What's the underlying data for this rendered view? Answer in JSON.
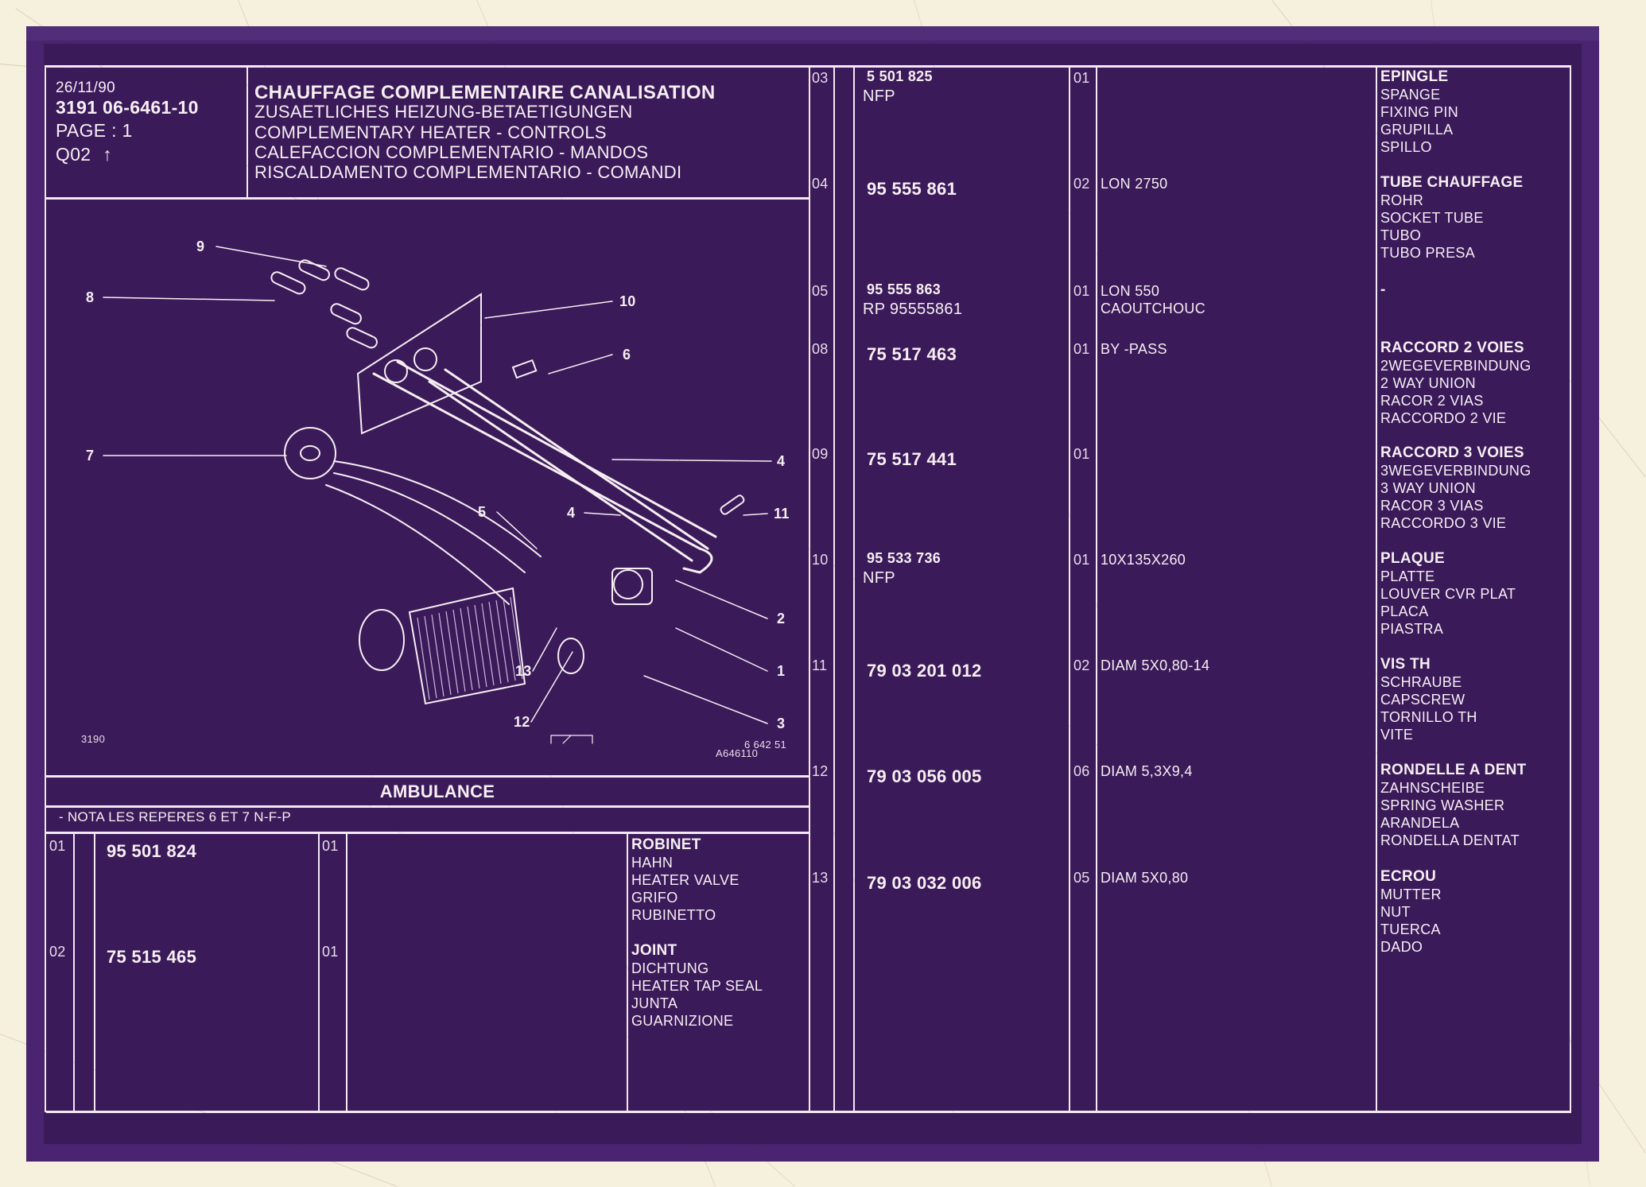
{
  "header": {
    "date": "26/11/90",
    "reference": "3191  06-6461-10",
    "page": "PAGE : 1",
    "code": "Q02",
    "code_arrow": "↑",
    "title_fr": "CHAUFFAGE COMPLEMENTAIRE  CANALISATION",
    "title_de": "ZUSAETLICHES HEIZUNG-BETAETIGUNGEN",
    "title_en": "COMPLEMENTARY HEATER - CONTROLS",
    "title_es": "CALEFACCION COMPLEMENTARIO - MANDOS",
    "title_it": "RISCALDAMENTO COMPLEMENTARIO - COMANDI"
  },
  "diagram": {
    "callouts": [
      "9",
      "8",
      "10",
      "6",
      "7",
      "4",
      "5",
      "4",
      "11",
      "2",
      "1",
      "13",
      "12",
      "3"
    ],
    "model_code": "3190",
    "drawing_ref_1": "6 642 51",
    "drawing_ref_2": "A646110"
  },
  "section_label": "AMBULANCE",
  "note": "-  NOTA  LES REPERES 6 ET 7 N-F-P",
  "left_parts": [
    {
      "num": "01",
      "part": "95 501 824",
      "note": "",
      "qty": "01",
      "spec": "",
      "desc": [
        "ROBINET",
        "HAHN",
        "HEATER VALVE",
        "GRIFO",
        "RUBINETTO"
      ]
    },
    {
      "num": "02",
      "part": "75 515 465",
      "note": "",
      "qty": "01",
      "spec": "",
      "desc": [
        "JOINT",
        "DICHTUNG",
        "HEATER TAP SEAL",
        "JUNTA",
        "GUARNIZIONE"
      ]
    }
  ],
  "right_parts": [
    {
      "num": "03",
      "part": "5 501 825",
      "note": "NFP",
      "qty": "01",
      "spec": [],
      "desc": [
        "EPINGLE",
        "SPANGE",
        "FIXING PIN",
        "GRUPILLA",
        "SPILLO"
      ]
    },
    {
      "num": "04",
      "part": "95 555 861",
      "note": "",
      "qty": "02",
      "spec": [
        "LON 2750"
      ],
      "desc": [
        "TUBE CHAUFFAGE",
        "ROHR",
        "SOCKET TUBE",
        "TUBO",
        "TUBO PRESA"
      ]
    },
    {
      "num": "05",
      "part": "95 555 863",
      "note": "RP  95555861",
      "qty": "01",
      "spec": [
        "LON 550",
        "CAOUTCHOUC"
      ],
      "desc": [
        "-"
      ]
    },
    {
      "num": "08",
      "part": "75 517 463",
      "note": "",
      "qty": "01",
      "spec": [
        "BY -PASS"
      ],
      "desc": [
        "RACCORD 2 VOIES",
        "2WEGEVERBINDUNG",
        "2 WAY UNION",
        "RACOR 2 VIAS",
        "RACCORDO 2 VIE"
      ]
    },
    {
      "num": "09",
      "part": "75 517 441",
      "note": "",
      "qty": "01",
      "spec": [],
      "desc": [
        "RACCORD 3 VOIES",
        "3WEGEVERBINDUNG",
        "3 WAY UNION",
        "RACOR 3 VIAS",
        "RACCORDO 3 VIE"
      ]
    },
    {
      "num": "10",
      "part": "95 533 736",
      "note": "NFP",
      "qty": "01",
      "spec": [
        "10X135X260"
      ],
      "desc": [
        "PLAQUE",
        "PLATTE",
        "LOUVER CVR PLAT",
        "PLACA",
        "PIASTRA"
      ]
    },
    {
      "num": "11",
      "part": "79 03 201 012",
      "note": "",
      "qty": "02",
      "spec": [
        "DIAM 5X0,80-14"
      ],
      "desc": [
        "VIS TH",
        "SCHRAUBE",
        "CAPSCREW",
        "TORNILLO TH",
        "VITE"
      ]
    },
    {
      "num": "12",
      "part": "79 03 056 005",
      "note": "",
      "qty": "06",
      "spec": [
        "DIAM 5,3X9,4"
      ],
      "desc": [
        "RONDELLE A DENT",
        "ZAHNSCHEIBE",
        "SPRING WASHER",
        "ARANDELA",
        "RONDELLA DENTAT"
      ]
    },
    {
      "num": "13",
      "part": "79 03 032 006",
      "note": "",
      "qty": "05",
      "spec": [
        "DIAM 5X0,80"
      ],
      "desc": [
        "ECROU",
        "MUTTER",
        "NUT",
        "TUERCA",
        "DADO"
      ]
    }
  ],
  "colors": {
    "background": "#f6f1dc",
    "card": "#3b1a5a",
    "card_border": "#4a2470",
    "ink": "#f6eef2"
  }
}
